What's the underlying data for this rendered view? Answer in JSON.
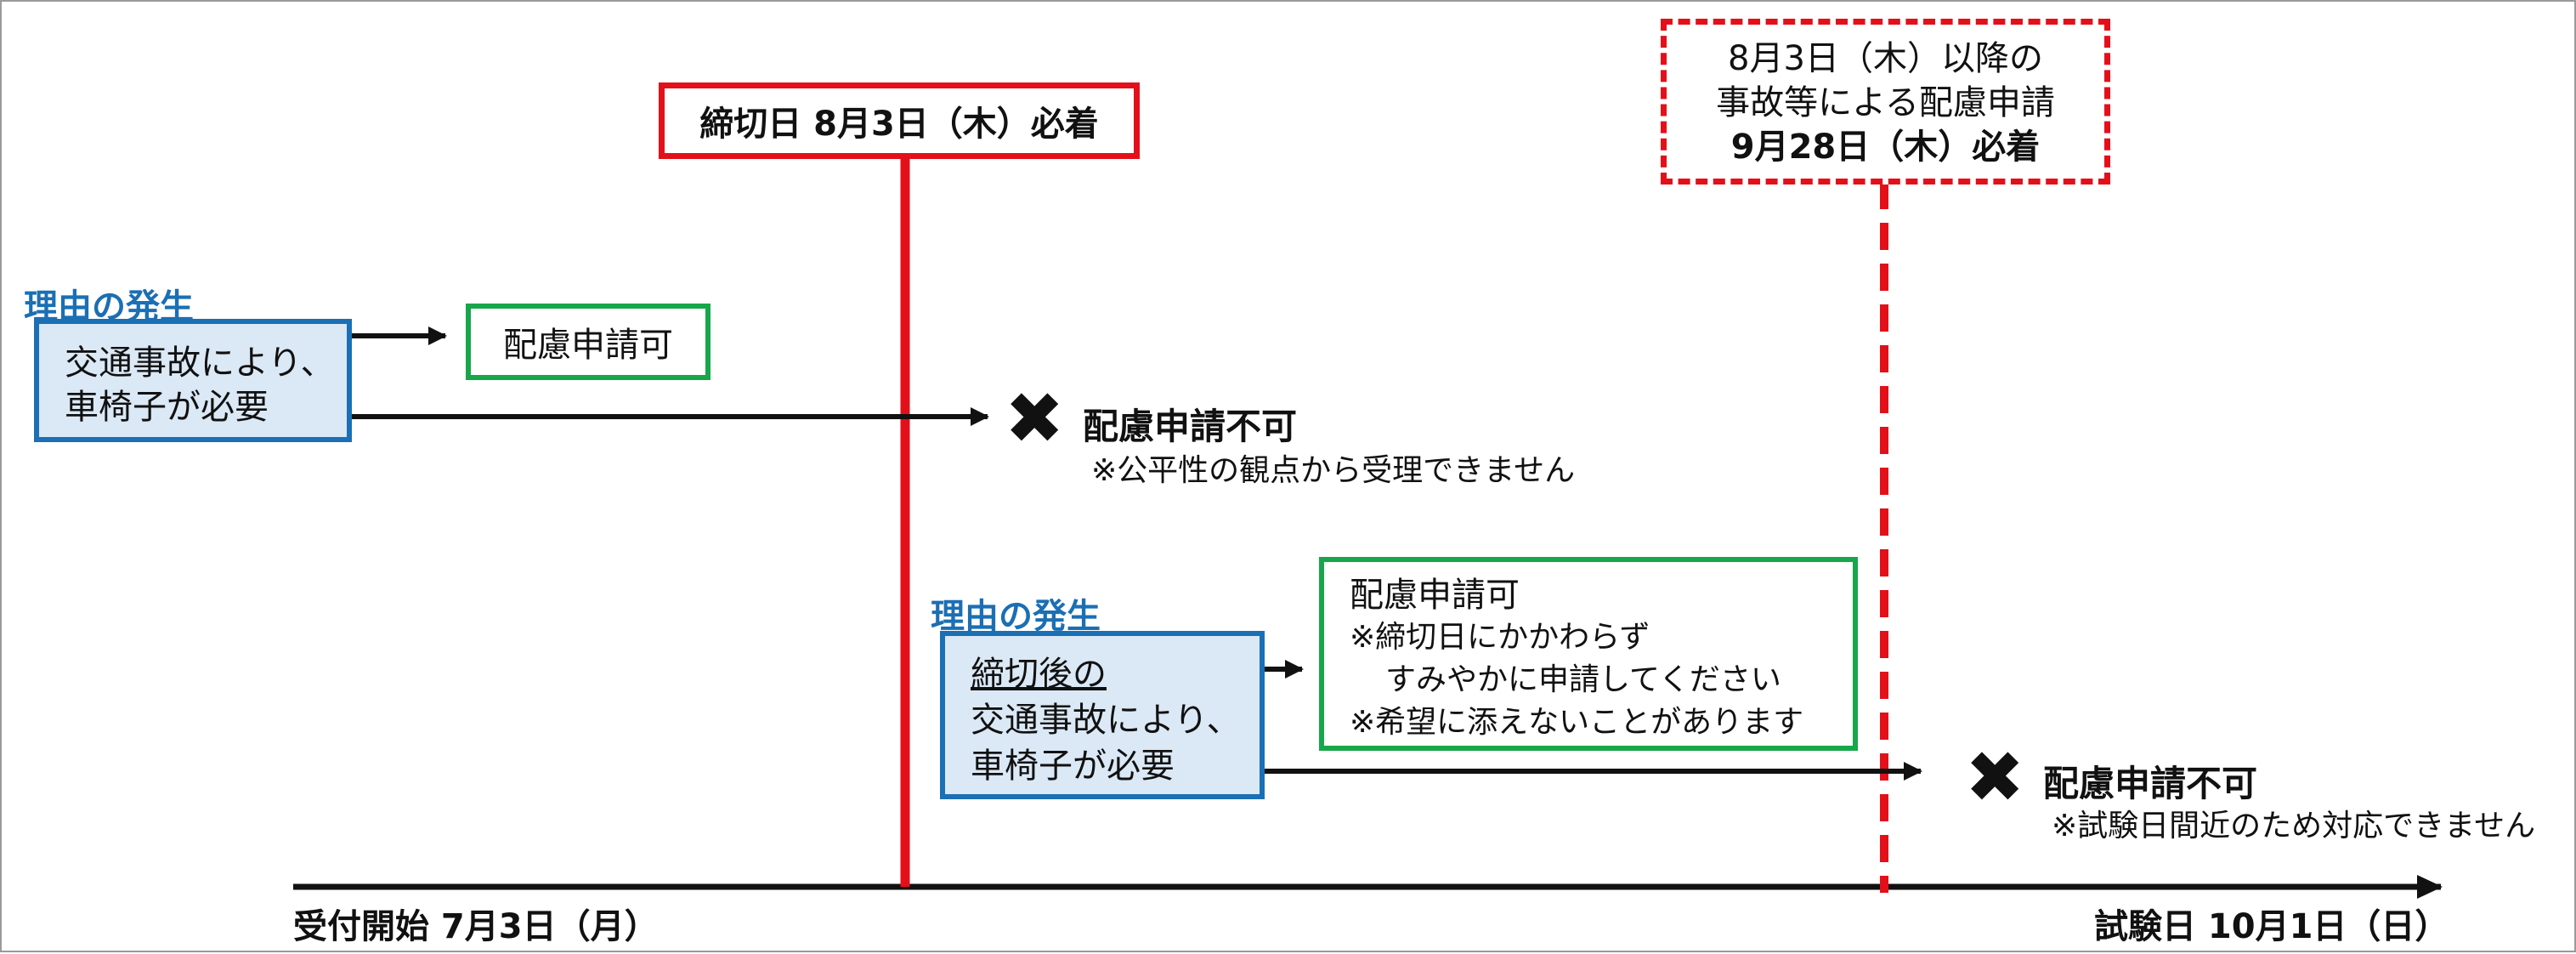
{
  "deadline": {
    "label": "締切日 8月3日（木）必着"
  },
  "post_deadline": {
    "line1": "8月3日（木）以降の",
    "line2": "事故等による配慮申請",
    "line3": "9月28日（木）必着"
  },
  "case1": {
    "section_title": "理由の発生",
    "reason_line1": "交通事故により、",
    "reason_line2": "車椅子が必要",
    "allowed": "配慮申請可",
    "denied": "配慮申請不可",
    "denied_note": "※公平性の観点から受理できません"
  },
  "case2": {
    "section_title": "理由の発生",
    "reason_line1": "締切後の",
    "reason_line2": "交通事故により、",
    "reason_line3": "車椅子が必要",
    "allowed": "配慮申請可",
    "allowed_note1": "※締切日にかかわらず",
    "allowed_note2": "すみやかに申請してください",
    "allowed_note3": "※希望に添えないことがあります",
    "denied": "配慮申請不可",
    "denied_note": "※試験日間近のため対応できません"
  },
  "timeline": {
    "start_label": "受付開始 7月3日（月）",
    "end_label": "試験日 10月1日（日）"
  },
  "icons": {
    "deny_mark": "✖"
  },
  "colors": {
    "deadline_red": "#e3101a",
    "reason_blue": "#1b6fb4",
    "reason_fill": "#dbe8f5",
    "allowed_green": "#18a64a"
  }
}
